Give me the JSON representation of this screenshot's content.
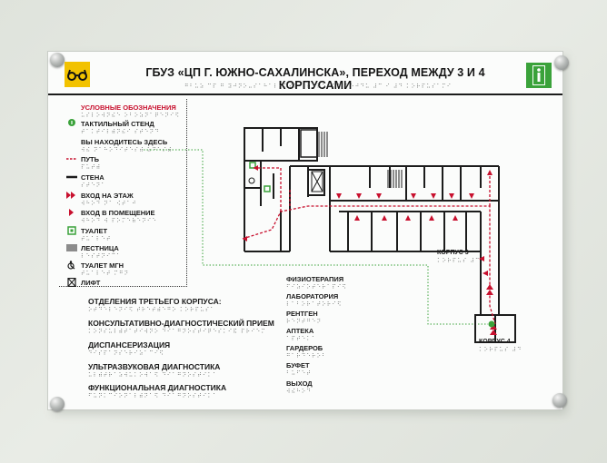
{
  "title": "ГБУЗ «ЦП Г. ЮЖНО-САХАЛИНСКА», ПЕРЕХОД МЕЖДУ 3 И 4 КОРПУСАМИ",
  "icons": {
    "left": "low-vision-glasses-icon",
    "right": "information-icon",
    "left_color": "#f2c200",
    "right_color": "#3aa23a"
  },
  "legend": {
    "heading": "УСЛОВНЫЕ ОБОЗНАЧЕНИЯ",
    "items": [
      "ТАКТИЛЬНЫЙ СТЕНД",
      "ВЫ НАХОДИТЕСЬ ЗДЕСЬ",
      "ПУТЬ",
      "СТЕНА",
      "ВХОД НА ЭТАЖ",
      "ВХОД В ПОМЕЩЕНИЕ",
      "ТУАЛЕТ",
      "ЛЕСТНИЦА",
      "ТУАЛЕТ МГН",
      "ЛИФТ"
    ]
  },
  "departments": {
    "heading": "ОТДЕЛЕНИЯ ТРЕТЬЕГО КОРПУСА:",
    "items": [
      "КОНСУЛЬТАТИВНО-ДИАГНОСТИЧЕСКИЙ ПРИЕМ",
      "ДИСПАНСЕРИЗАЦИЯ",
      "УЛЬТРАЗВУКОВАЯ ДИАГНОСТИКА",
      "ФУНКЦИОНАЛЬНАЯ ДИАГНОСТИКА"
    ]
  },
  "rooms": [
    "ФИЗИОТЕРАПИЯ",
    "ЛАБОРАТОРИЯ",
    "РЕНТГЕН",
    "АПТЕКА",
    "ГАРДЕРОБ",
    "БУФЕТ",
    "ВЫХОД"
  ],
  "map_labels": {
    "building3": "КОРПУС 3",
    "building4": "КОРПУС 4"
  },
  "colors": {
    "path": "#c8102e",
    "wall": "#1c1c1c",
    "here": "#3aa23a",
    "toilet": "#3aa23a"
  }
}
